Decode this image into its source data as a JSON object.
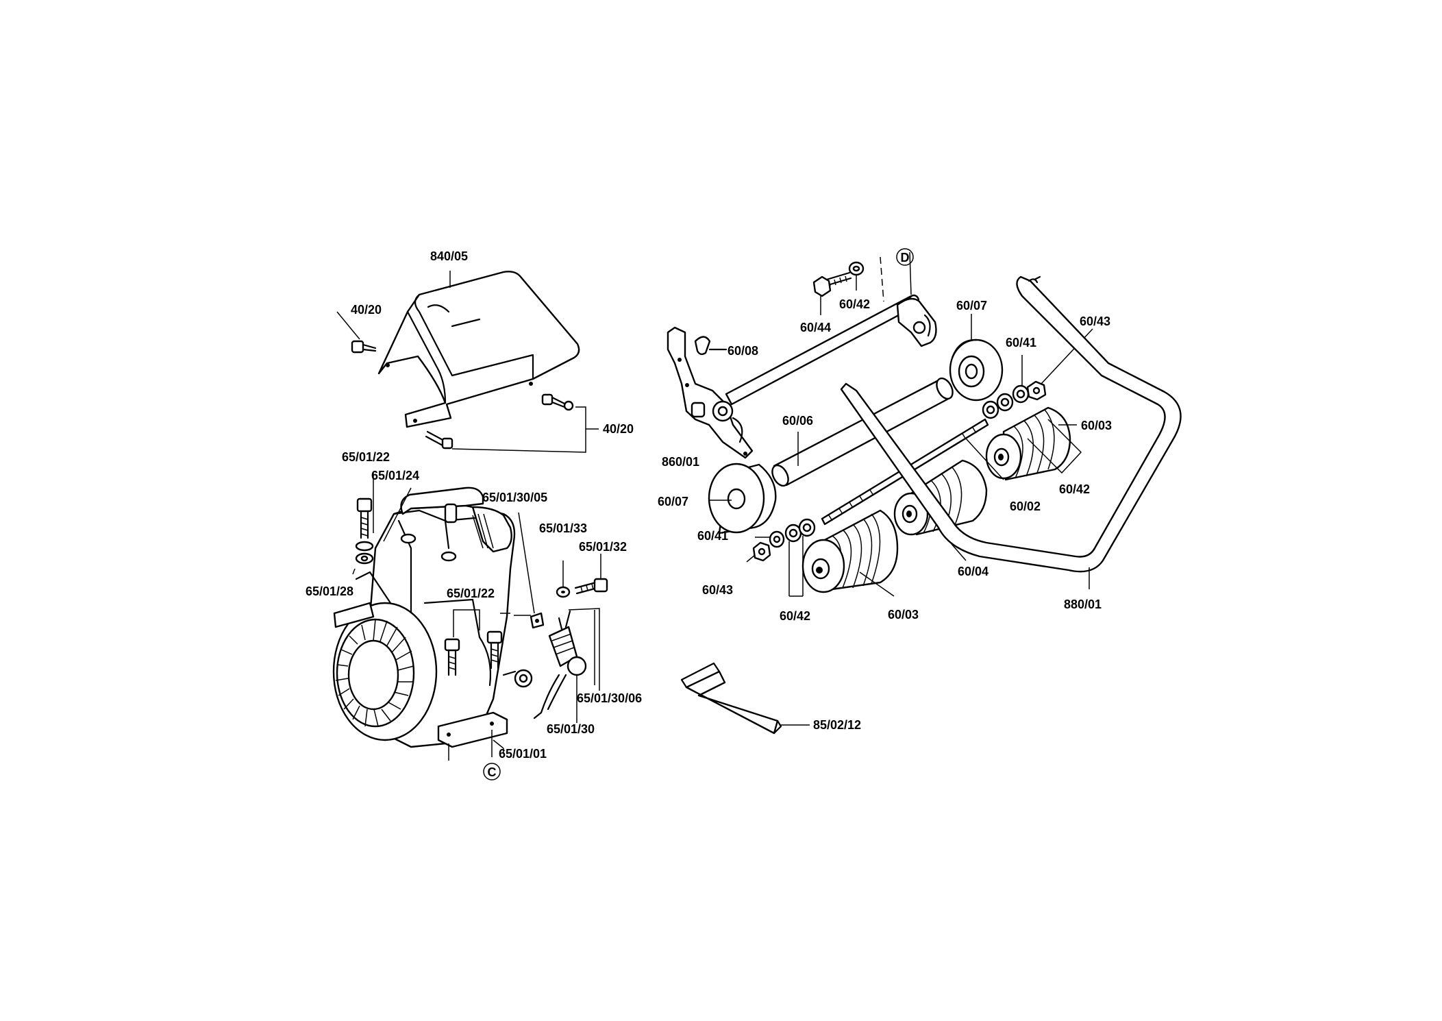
{
  "diagram": {
    "callouts": {
      "c840_05": "840/05",
      "c40_20_a": "40/20",
      "c40_20_b": "40/20",
      "c65_01_22_a": "65/01/22",
      "c65_01_24": "65/01/24",
      "c65_01_28": "65/01/28",
      "c65_01_30_05": "65/01/30/05",
      "c65_01_33": "65/01/33",
      "c65_01_32": "65/01/32",
      "c65_01_22_b": "65/01/22",
      "c65_01_30_06": "65/01/30/06",
      "c65_01_30": "65/01/30",
      "c65_01_01": "65/01/01",
      "cC": "C",
      "c60_44": "60/44",
      "c60_42_a": "60/42",
      "cD": "D",
      "c60_08": "60/08",
      "c860_01": "860/01",
      "c60_07_a": "60/07",
      "c60_06": "60/06",
      "c60_07_b": "60/07",
      "c60_41_a": "60/41",
      "c60_43_a": "60/43",
      "c60_42_b": "60/42",
      "c60_03_a": "60/03",
      "c60_04": "60/04",
      "c60_41_b": "60/41",
      "c60_43_b": "60/43",
      "c60_03_b": "60/03",
      "c60_02": "60/02",
      "c60_42_c": "60/42",
      "c880_01": "880/01",
      "c85_02_12": "85/02/12"
    }
  }
}
